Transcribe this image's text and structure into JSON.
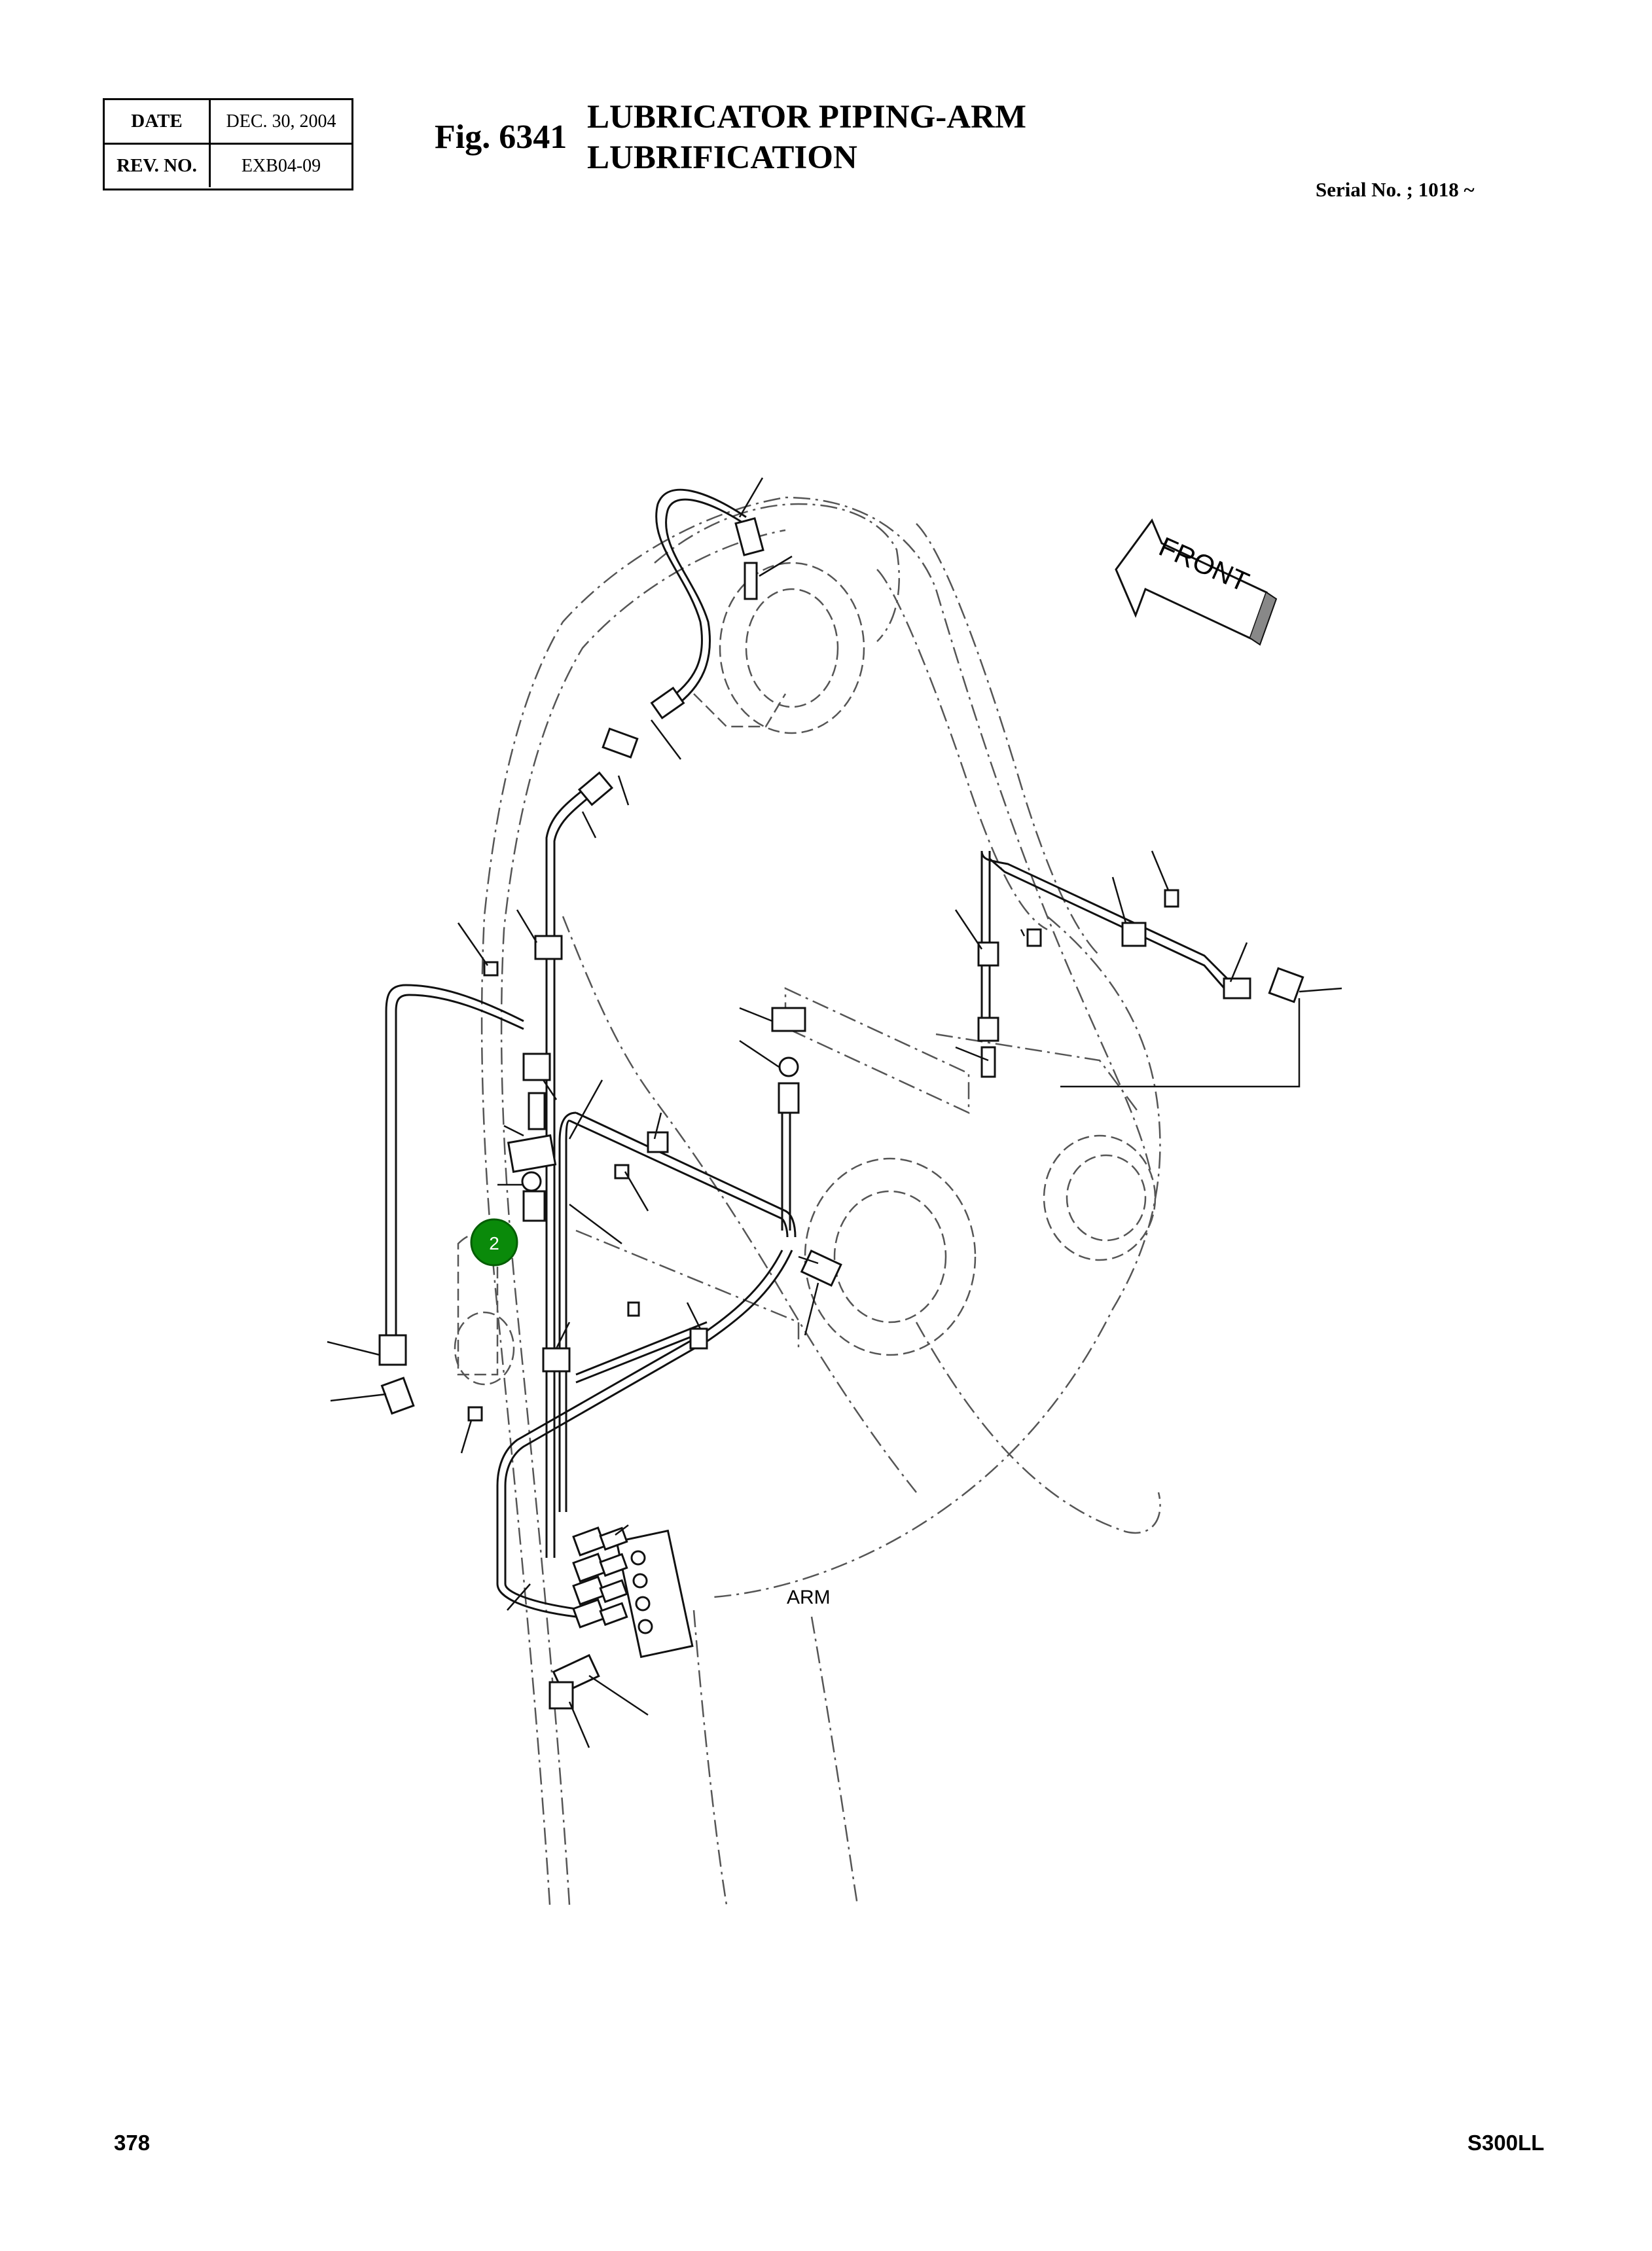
{
  "header": {
    "date_label": "DATE",
    "date_value": "DEC. 30, 2004",
    "rev_label": "REV. NO.",
    "rev_value": "EXB04-09",
    "fig_number": "Fig. 6341",
    "title_line1": "LUBRICATOR PIPING-ARM",
    "title_line2": "LUBRIFICATION",
    "serial": "Serial No. ; 1018 ~"
  },
  "diagram": {
    "front_label": "FRONT",
    "arm_label": "ARM",
    "callout_number": "2",
    "callout_color": "#0a8a0a"
  },
  "footer": {
    "page_number": "378",
    "model": "S300LL"
  }
}
